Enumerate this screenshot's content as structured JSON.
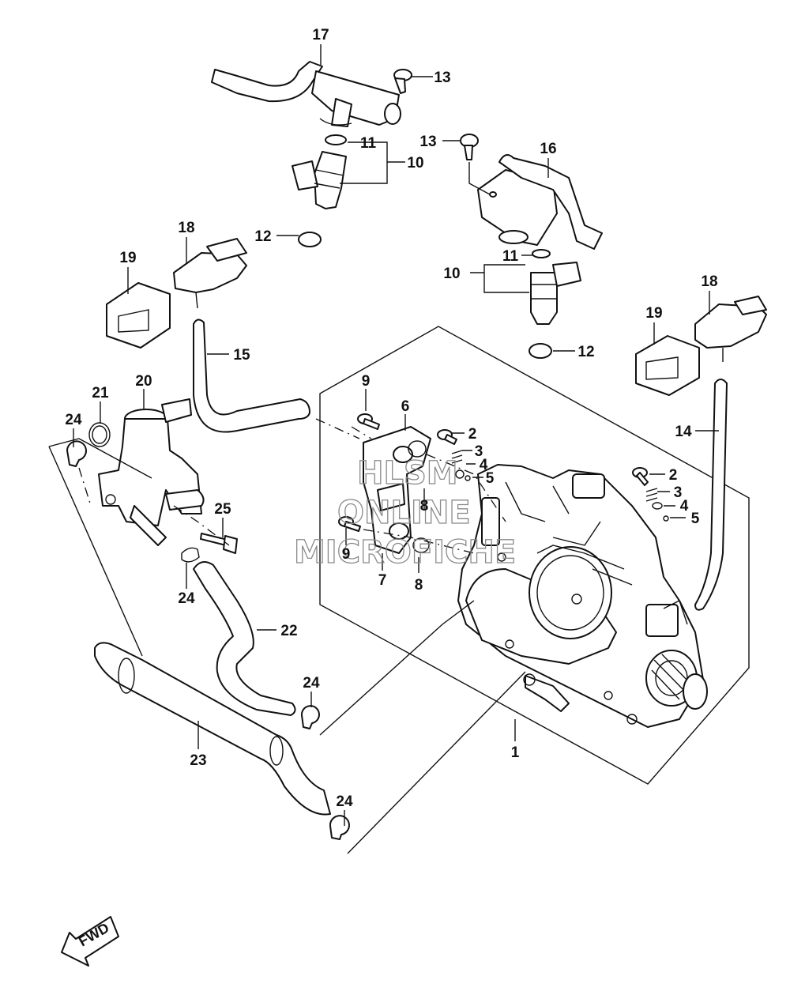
{
  "callouts": {
    "c1": "1",
    "c2a": "2",
    "c2b": "2",
    "c3a": "3",
    "c3b": "3",
    "c4a": "4",
    "c4b": "4",
    "c5a": "5",
    "c5b": "5",
    "c6": "6",
    "c7": "7",
    "c8a": "8",
    "c8b": "8",
    "c9a": "9",
    "c9b": "9",
    "c10a": "10",
    "c10b": "10",
    "c11a": "11",
    "c11b": "11",
    "c12a": "12",
    "c12b": "12",
    "c13a": "13",
    "c13b": "13",
    "c14": "14",
    "c15": "15",
    "c16": "16",
    "c17": "17",
    "c18a": "18",
    "c18b": "18",
    "c19a": "19",
    "c19b": "19",
    "c20": "20",
    "c21": "21",
    "c22": "22",
    "c23": "23",
    "c24a": "24",
    "c24b": "24",
    "c24c": "24",
    "c24d": "24",
    "c25": "25"
  },
  "fwd_label": "FWD",
  "watermark": {
    "line1": "HLSM",
    "line2": "ONLINE",
    "line3": "MICROFICHE"
  },
  "icons": [
    "fwd-arrow-icon"
  ]
}
